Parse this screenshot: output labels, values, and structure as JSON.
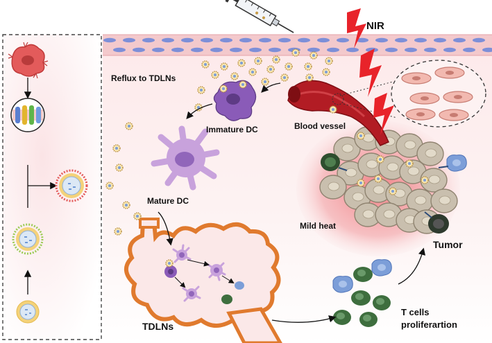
{
  "labels": {
    "nir": "NIR",
    "reflux": "Reflux to TDLNs",
    "immature_dc": "Immature DC",
    "blood_vessel": "Blood vessel",
    "mature_dc": "Mature DC",
    "mild_heat": "Mild heat",
    "tumor": "Tumor",
    "tdlns": "TDLNs",
    "t_cells_line1": "T cells",
    "t_cells_line2": "proliferartion"
  },
  "colors": {
    "vessel_wall": "#f3c9cc",
    "vessel_cell": "#7d8fd8",
    "nir_red": "#e8232a",
    "dc_purple": "#8a5bb8",
    "dc_light": "#c8a2dc",
    "lymph_orange": "#e07a2e",
    "tumor_glow": "#f2a6a8",
    "tumor_cell": "#c9bfae",
    "t_cell_green": "#3e6e3e",
    "t_cell_blue": "#7c9ed8",
    "nanoparticle": "#c79a45"
  },
  "icons": [
    "syringe-icon",
    "lightning-icon",
    "nanoparticle-icon",
    "dendritic-cell-icon",
    "lymph-node-icon",
    "tumor-cell-icon",
    "t-cell-icon"
  ]
}
